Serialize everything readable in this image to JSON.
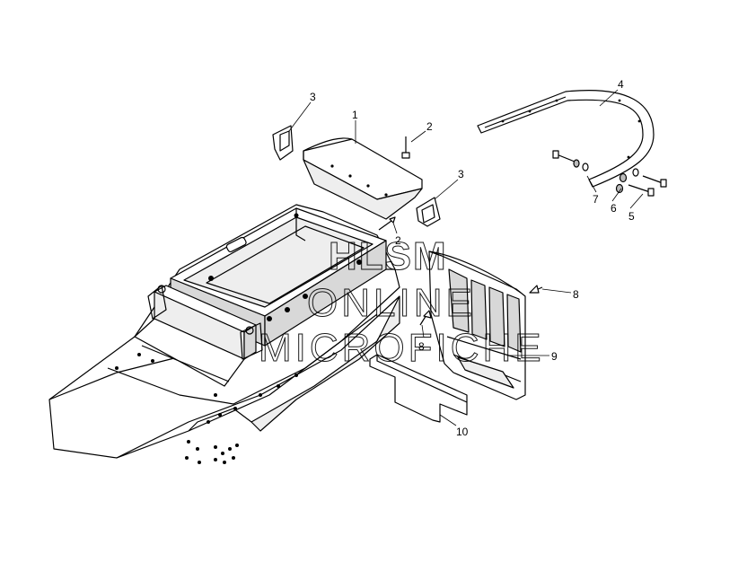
{
  "callouts": [
    {
      "id": "c1",
      "text": "1"
    },
    {
      "id": "c2a",
      "text": "2"
    },
    {
      "id": "c2b",
      "text": "2"
    },
    {
      "id": "c3a",
      "text": "3"
    },
    {
      "id": "c3b",
      "text": "3"
    },
    {
      "id": "c4",
      "text": "4"
    },
    {
      "id": "c5",
      "text": "5"
    },
    {
      "id": "c6",
      "text": "6"
    },
    {
      "id": "c7",
      "text": "7"
    },
    {
      "id": "c8a",
      "text": "8"
    },
    {
      "id": "c8b",
      "text": "8"
    },
    {
      "id": "c9",
      "text": "9"
    },
    {
      "id": "c10",
      "text": "10"
    }
  ],
  "watermark": {
    "line1": "HLSM",
    "line2": "ONLINE",
    "line3": "MICROFICHE"
  }
}
